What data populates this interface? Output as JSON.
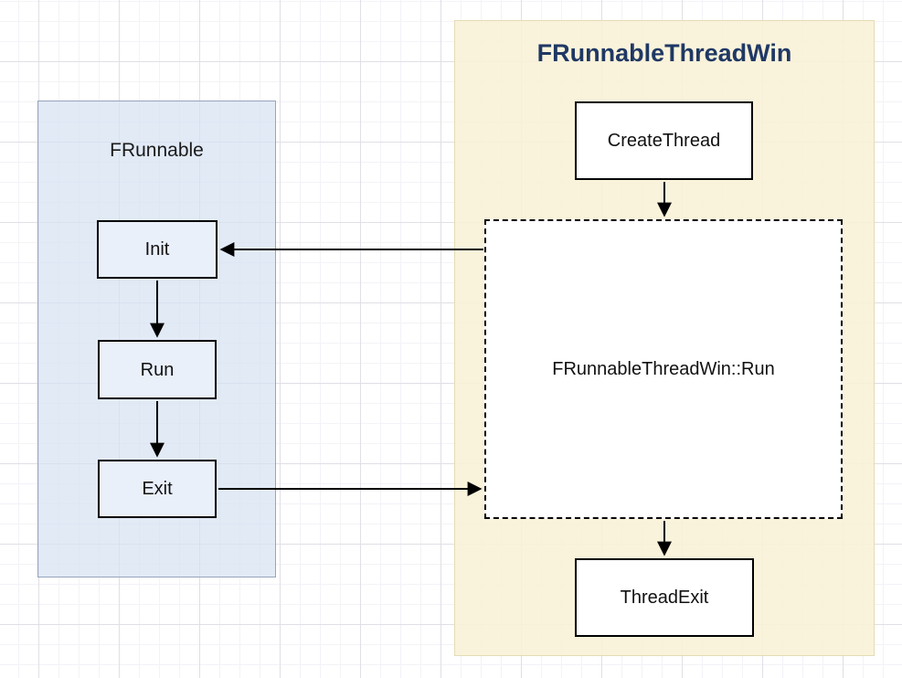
{
  "diagram": {
    "left_group": {
      "title": "FRunnable",
      "nodes": {
        "init": {
          "label": "Init"
        },
        "run": {
          "label": "Run"
        },
        "exit": {
          "label": "Exit"
        }
      }
    },
    "right_group": {
      "title": "FRunnableThreadWin",
      "nodes": {
        "create_thread": {
          "label": "CreateThread"
        },
        "thread_run": {
          "label": "FRunnableThreadWin::Run"
        },
        "thread_exit": {
          "label": "ThreadExit"
        }
      }
    },
    "connectors": [
      {
        "name": "init-to-run",
        "from": "Init",
        "to": "Run"
      },
      {
        "name": "run-to-exit",
        "from": "Run",
        "to": "Exit"
      },
      {
        "name": "create-thread-to-thread-run",
        "from": "CreateThread",
        "to": "FRunnableThreadWin::Run"
      },
      {
        "name": "thread-run-to-thread-exit",
        "from": "FRunnableThreadWin::Run",
        "to": "ThreadExit"
      },
      {
        "name": "thread-run-to-init",
        "from": "FRunnableThreadWin::Run",
        "to": "Init"
      },
      {
        "name": "exit-to-thread-run",
        "from": "Exit",
        "to": "FRunnableThreadWin::Run"
      }
    ],
    "colors": {
      "left_group_fill": "#dae3f3",
      "left_group_border": "#98a5bd",
      "right_group_fill": "#faf2d9",
      "right_group_border": "#e4dbb6",
      "right_title_color": "#1f3864",
      "node_blue_fill": "#eaf0fa",
      "node_white_fill": "#ffffff",
      "node_border_color": "#000000",
      "connector_color": "#000000",
      "grid_minor_color": "#f3f3f8",
      "grid_major_color": "#dfdfe6"
    }
  }
}
